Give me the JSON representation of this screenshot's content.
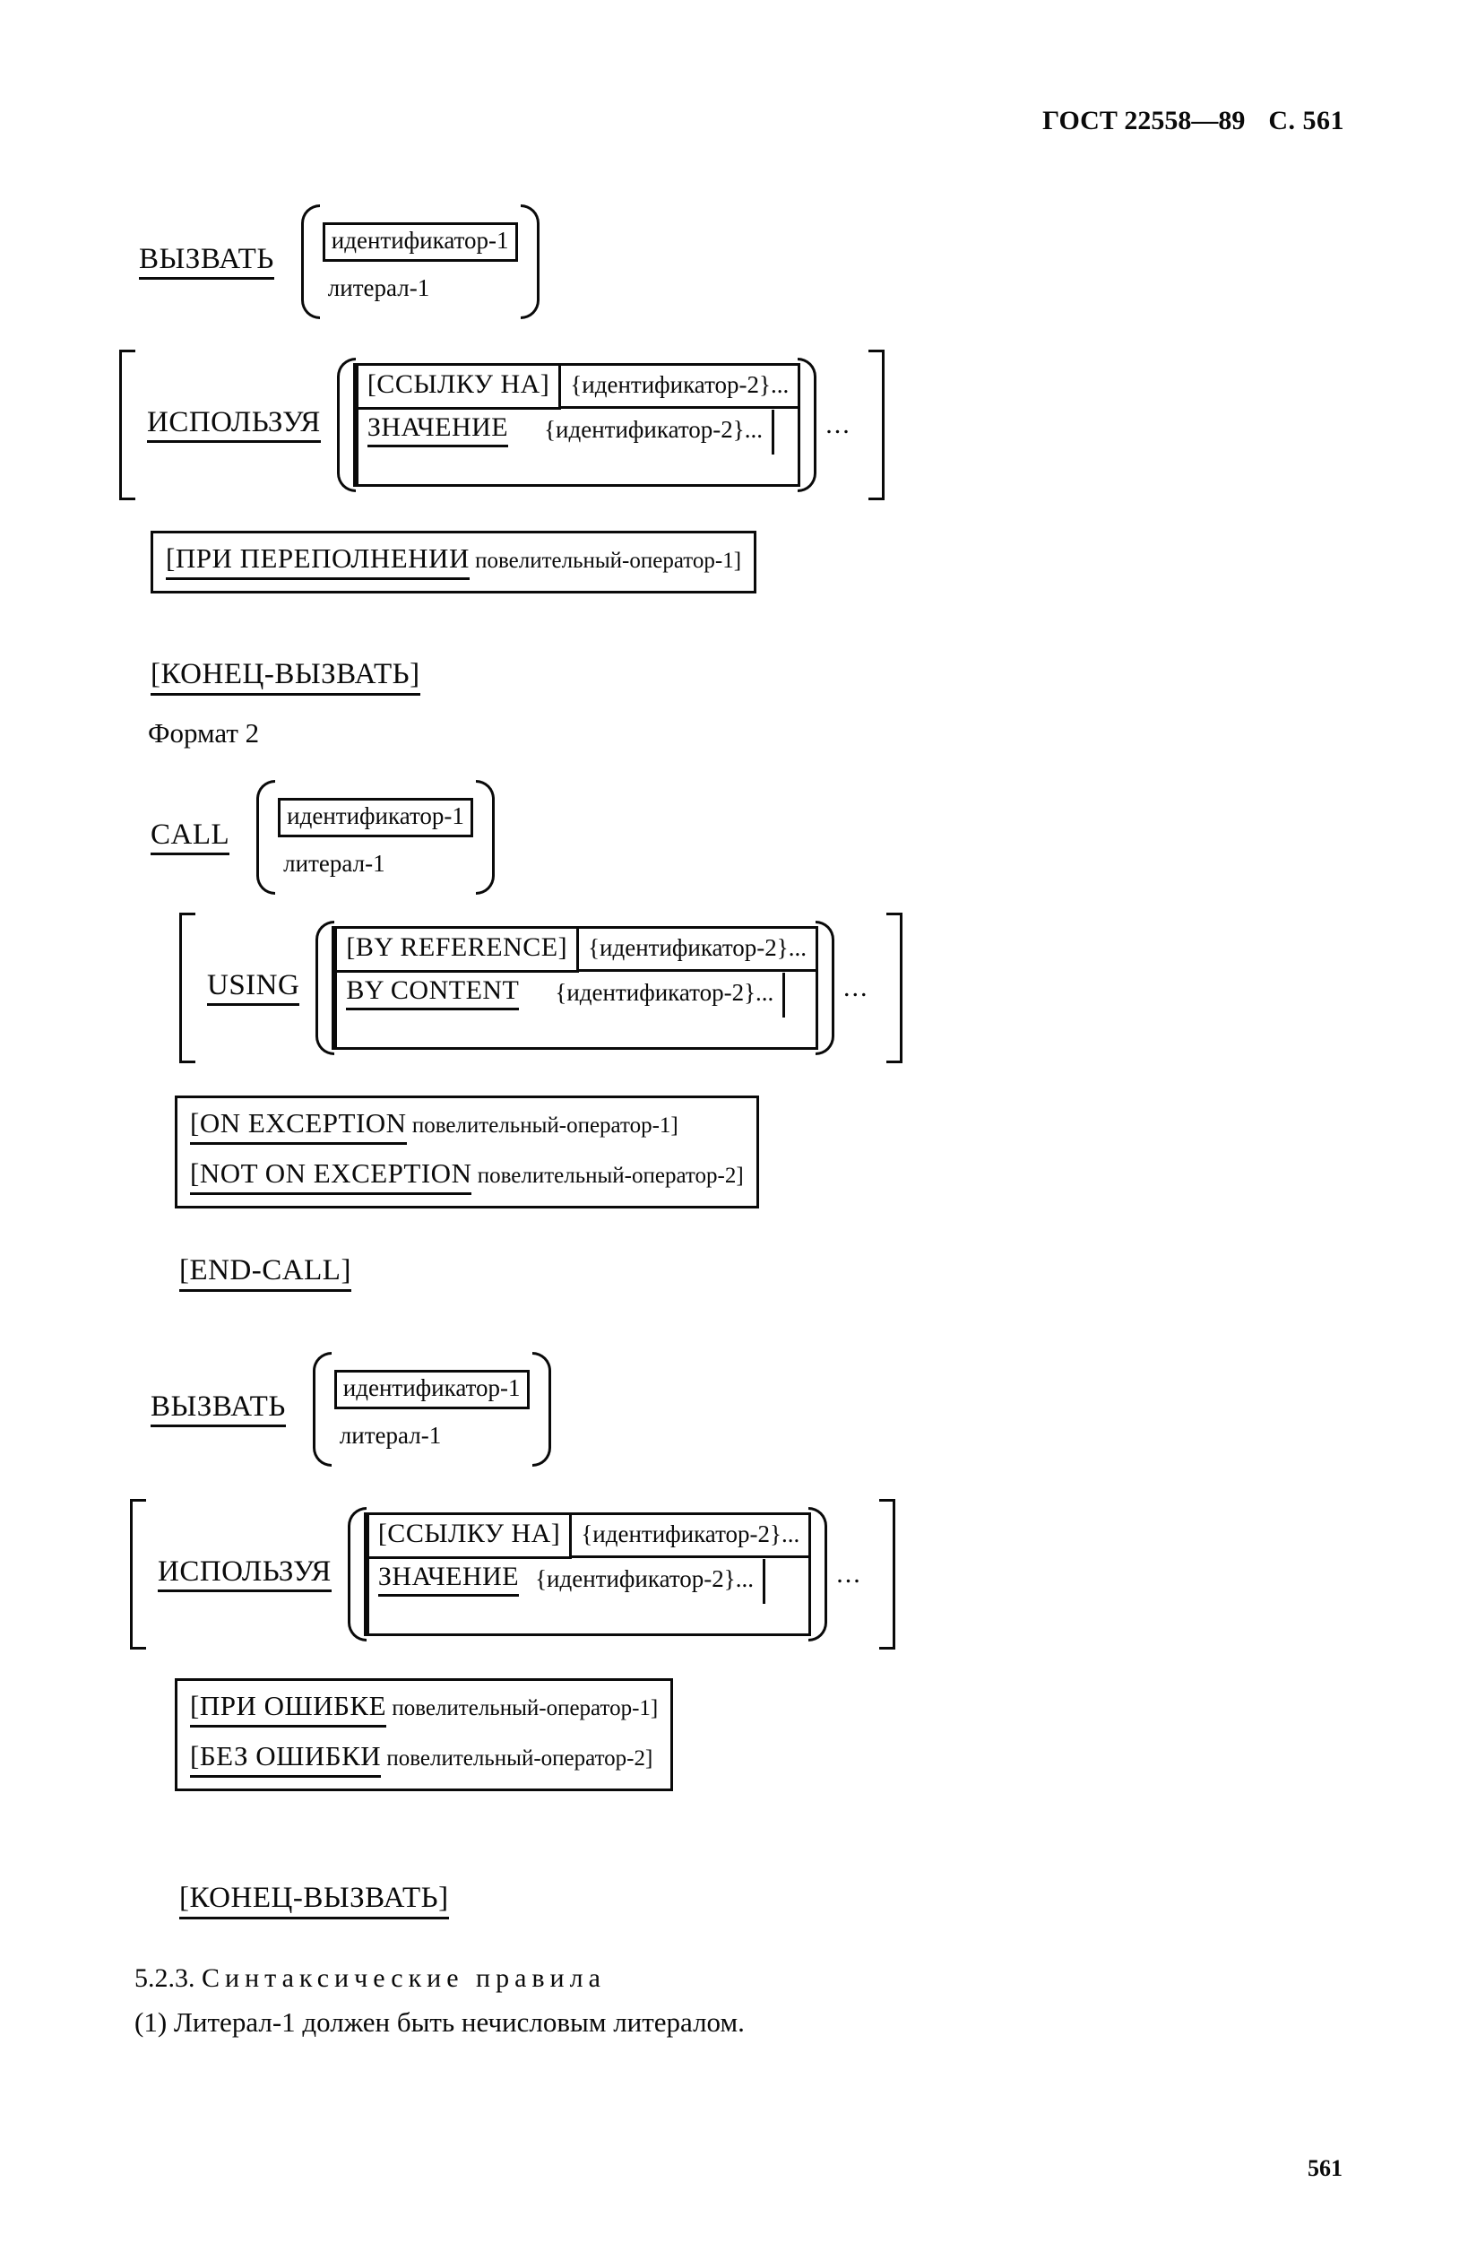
{
  "header": {
    "standard": "ГОСТ 22558—89",
    "page_label": "С. 561"
  },
  "footer": {
    "page_number": "561"
  },
  "format1": {
    "verb": "ВЫЗВАТЬ",
    "operands": {
      "boxed": "идентификатор-1",
      "plain": "литерал-1"
    },
    "using": {
      "keyword": "ИСПОЛЬЗУЯ",
      "option1_key": "[ССЫЛКУ НА]",
      "option1_val": "{идентификатор-2}...",
      "option2_key": "ЗНАЧЕНИЕ",
      "option2_val": "{идентификатор-2}...",
      "repeat": "..."
    },
    "overflow": {
      "line1": "[ПРИ ПЕРЕПОЛНЕНИИ повелительный-оператор-1]",
      "underlined_part": "ПРИ ПЕРЕПОЛНЕНИИ"
    },
    "terminator": "[КОНЕЦ-ВЫЗВАТЬ]"
  },
  "format2_heading": "Формат 2",
  "format2_en": {
    "verb": "CALL",
    "operands": {
      "boxed": "идентификатор-1",
      "plain": "литерал-1"
    },
    "using": {
      "keyword": "USING",
      "option1_key": "[BY REFERENCE]",
      "option1_val": "{идентификатор-2}...",
      "option2_key": "BY CONTENT",
      "option2_val": "{идентификатор-2}...",
      "repeat": "..."
    },
    "exception": {
      "line1": "[ON EXCEPTION повелительный-оператор-1]",
      "line2": "[NOT ON EXCEPTION повелительный-оператор-2]"
    },
    "terminator": "[END-CALL]"
  },
  "format2_ru": {
    "verb": "ВЫЗВАТЬ",
    "operands": {
      "boxed": "идентификатор-1",
      "plain": "литерал-1"
    },
    "using": {
      "keyword": "ИСПОЛЬЗУЯ",
      "option1_key": "[ССЫЛКУ НА]",
      "option1_val": "{идентификатор-2}...",
      "option2_key": "ЗНАЧЕНИЕ",
      "option2_val": "{идентификатор-2}...",
      "repeat": "..."
    },
    "error": {
      "line1": "[ПРИ ОШИБКЕ повелительный-оператор-1]",
      "line2": "[БЕЗ ОШИБКИ повелительный-оператор-2]"
    },
    "terminator": "[КОНЕЦ-ВЫЗВАТЬ]"
  },
  "rules": {
    "section_number": "5.2.3.",
    "section_title": "Синтаксические правила",
    "item1": "(1) Литерал-1 должен быть нечисловым литералом."
  }
}
